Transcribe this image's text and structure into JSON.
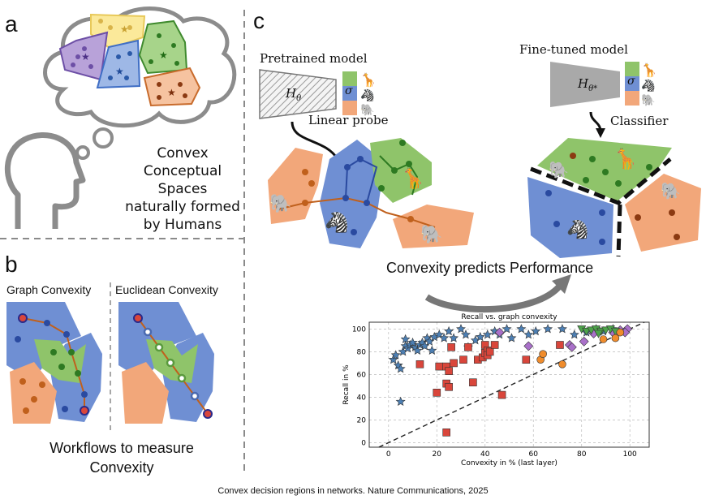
{
  "panels": {
    "a": "a",
    "b": "b",
    "c": "c"
  },
  "panel_a": {
    "caption_lines": [
      "Convex",
      "Conceptual Spaces",
      "naturally formed",
      "by Humans"
    ]
  },
  "panel_b": {
    "graph_convexity": "Graph Convexity",
    "euclidean_convexity": "Euclidean Convexity",
    "caption_lines": [
      "Workflows to measure",
      "Convexity"
    ]
  },
  "panel_c": {
    "pretrained_model": "Pretrained model",
    "fine_tuned_model": "Fine-tuned model",
    "linear_probe": "Linear probe",
    "classifier": "Classifier",
    "h_theta": "H",
    "h_theta_sub": "θ",
    "h_theta_star_sub": "θ*",
    "sigma": "σ",
    "convexity_predicts": "Convexity predicts Performance"
  },
  "footer": "Convex decision regions in networks. Nature Communications, 2025",
  "colors": {
    "blue": "#6f8fd3",
    "green": "#8fc46a",
    "orange": "#f2a77a",
    "yellow": "#fbe99a",
    "purple": "#9c82c9",
    "dashed": "#8a8a8a"
  },
  "chart_data": {
    "type": "scatter",
    "title": "Recall vs. graph convexity",
    "xlabel": "Convexity in % (last layer)",
    "ylabel": "Recall in %",
    "xlim": [
      -8,
      108
    ],
    "ylim": [
      -4,
      106
    ],
    "xticks": [
      0,
      20,
      40,
      60,
      80,
      100
    ],
    "yticks": [
      0,
      20,
      40,
      60,
      80,
      100
    ],
    "grid": true,
    "diagonal": true,
    "series": [
      {
        "marker": "star",
        "color": "#4d7fb3",
        "points": [
          [
            5,
            36
          ],
          [
            4,
            68
          ],
          [
            5,
            65
          ],
          [
            2,
            73
          ],
          [
            3,
            77
          ],
          [
            6,
            80
          ],
          [
            7,
            85
          ],
          [
            8,
            83
          ],
          [
            9,
            86
          ],
          [
            11,
            84
          ],
          [
            12,
            81
          ],
          [
            13,
            86
          ],
          [
            14,
            88
          ],
          [
            15,
            85
          ],
          [
            16,
            92
          ],
          [
            17,
            89
          ],
          [
            18,
            81
          ],
          [
            19,
            93
          ],
          [
            21,
            95
          ],
          [
            23,
            92
          ],
          [
            25,
            98
          ],
          [
            27,
            92
          ],
          [
            30,
            100
          ],
          [
            32,
            95
          ],
          [
            33,
            84
          ],
          [
            36,
            90
          ],
          [
            38,
            93
          ],
          [
            41,
            95
          ],
          [
            44,
            98
          ],
          [
            46,
            95
          ],
          [
            49,
            100
          ],
          [
            51,
            92
          ],
          [
            55,
            100
          ],
          [
            58,
            95
          ],
          [
            61,
            98
          ],
          [
            66,
            100
          ],
          [
            72,
            100
          ],
          [
            77,
            95
          ],
          [
            82,
            97
          ],
          [
            86,
            100
          ],
          [
            89,
            98
          ],
          [
            93,
            100
          ],
          [
            96,
            98
          ],
          [
            10,
            88
          ],
          [
            7,
            91
          ]
        ]
      },
      {
        "marker": "square",
        "color": "#d9463b",
        "points": [
          [
            13,
            69
          ],
          [
            20,
            44
          ],
          [
            21,
            67
          ],
          [
            24,
            52
          ],
          [
            24,
            67
          ],
          [
            25,
            63
          ],
          [
            25,
            49
          ],
          [
            26,
            84
          ],
          [
            27,
            70
          ],
          [
            31,
            73
          ],
          [
            33,
            84
          ],
          [
            35,
            53
          ],
          [
            37,
            73
          ],
          [
            39,
            75
          ],
          [
            40,
            79
          ],
          [
            40,
            86
          ],
          [
            41,
            81
          ],
          [
            41,
            77
          ],
          [
            42,
            80
          ],
          [
            44,
            86
          ],
          [
            47,
            42
          ],
          [
            57,
            73
          ],
          [
            71,
            86
          ],
          [
            24,
            9
          ]
        ]
      },
      {
        "marker": "diamond",
        "color": "#a970c9",
        "points": [
          [
            46,
            97
          ],
          [
            58,
            85
          ],
          [
            75,
            86
          ],
          [
            76,
            84
          ],
          [
            81,
            89
          ],
          [
            85,
            96
          ],
          [
            93,
            97
          ],
          [
            96,
            99
          ],
          [
            98,
            98
          ],
          [
            99,
            100
          ],
          [
            98,
            97
          ]
        ]
      },
      {
        "marker": "triangle",
        "color": "#4da34a",
        "points": [
          [
            80,
            100
          ],
          [
            82,
            98
          ],
          [
            84,
            99
          ],
          [
            86,
            100
          ],
          [
            88,
            98
          ],
          [
            90,
            99
          ],
          [
            92,
            100
          ],
          [
            94,
            98
          ],
          [
            87,
            96
          ]
        ]
      },
      {
        "marker": "circle",
        "color": "#f08c2c",
        "points": [
          [
            63,
            73
          ],
          [
            64,
            78
          ],
          [
            72,
            69
          ],
          [
            89,
            91
          ],
          [
            94,
            92
          ],
          [
            96,
            97
          ]
        ]
      }
    ]
  }
}
